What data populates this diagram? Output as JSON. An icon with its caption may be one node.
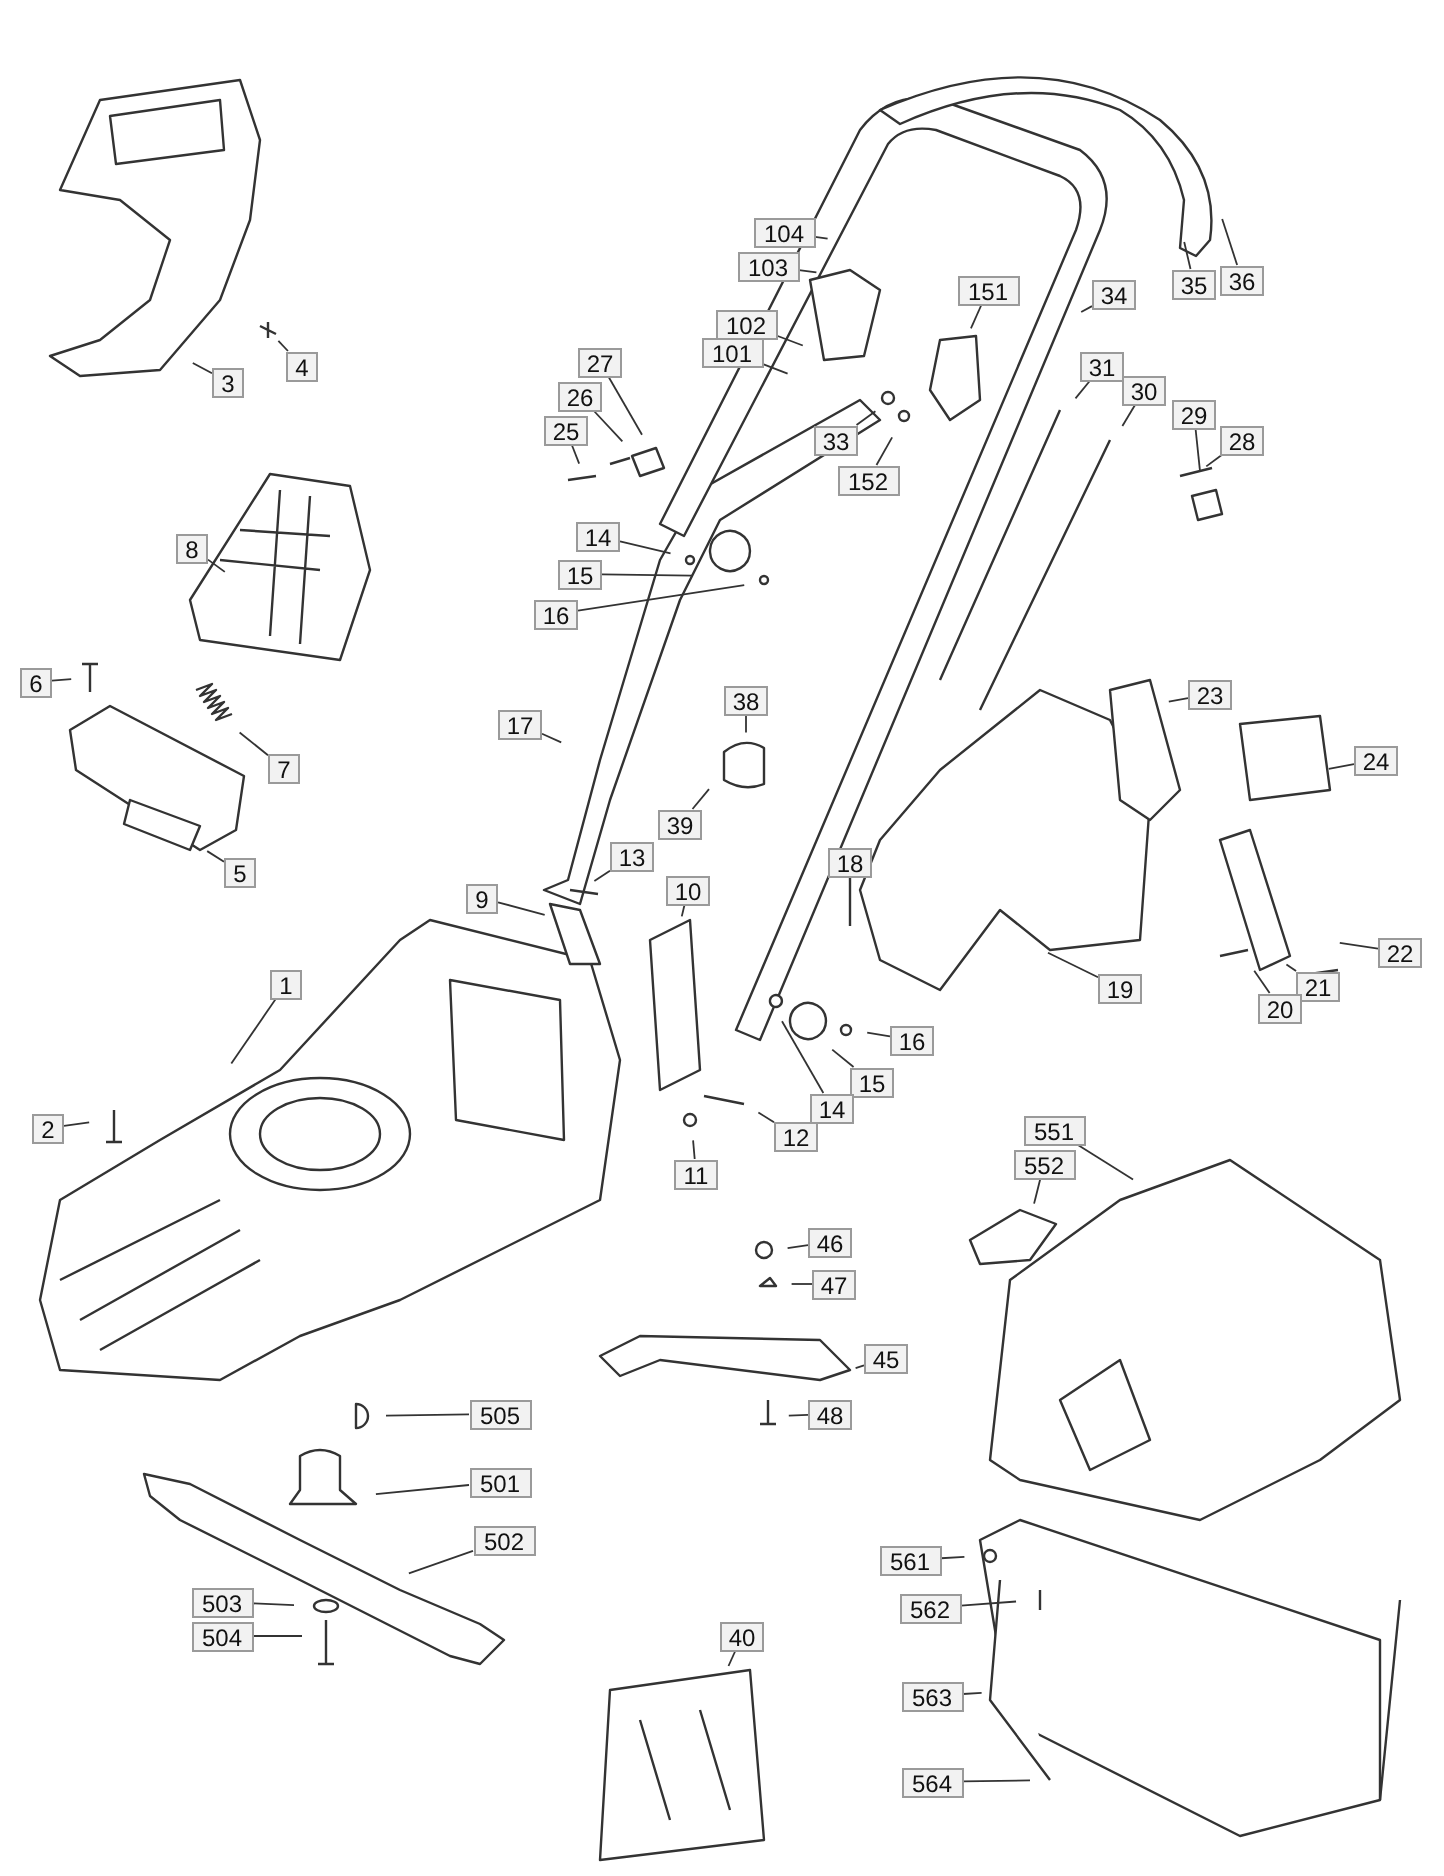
{
  "diagram": {
    "nodes": [
      {
        "text": [
          "104"
        ]
      },
      {
        "text": [
          "103"
        ]
      },
      {
        "text": [
          "35"
        ]
      },
      {
        "text": [
          "36"
        ]
      },
      {
        "text": [
          "151"
        ]
      },
      {
        "text": [
          "34"
        ]
      },
      {
        "text": [
          "102"
        ]
      },
      {
        "text": [
          "101"
        ]
      },
      {
        "text": [
          "27"
        ]
      },
      {
        "text": [
          "4"
        ]
      },
      {
        "text": [
          "31"
        ]
      },
      {
        "text": [
          "3"
        ]
      },
      {
        "text": [
          "30"
        ]
      },
      {
        "text": [
          "26"
        ]
      },
      {
        "text": [
          "29"
        ]
      },
      {
        "text": [
          "25"
        ]
      },
      {
        "text": [
          "28"
        ]
      },
      {
        "text": [
          "33"
        ]
      },
      {
        "text": [
          "152"
        ]
      },
      {
        "text": [
          "14"
        ]
      },
      {
        "text": [
          "8"
        ]
      },
      {
        "text": [
          "15"
        ]
      },
      {
        "text": [
          "16"
        ]
      },
      {
        "text": [
          "6"
        ]
      },
      {
        "text": [
          "23"
        ]
      },
      {
        "text": [
          "38"
        ]
      },
      {
        "text": [
          "17"
        ]
      },
      {
        "text": [
          "24"
        ]
      },
      {
        "text": [
          "7"
        ]
      },
      {
        "text": [
          "39"
        ]
      },
      {
        "text": [
          "13"
        ]
      },
      {
        "text": [
          "18"
        ]
      },
      {
        "text": [
          "5"
        ]
      },
      {
        "text": [
          "10"
        ]
      },
      {
        "text": [
          "9"
        ]
      },
      {
        "text": [
          "22"
        ]
      },
      {
        "text": [
          "1"
        ]
      },
      {
        "text": [
          "21"
        ]
      },
      {
        "text": [
          "19"
        ]
      },
      {
        "text": [
          "20"
        ]
      },
      {
        "text": [
          "16"
        ]
      },
      {
        "text": [
          "15"
        ]
      },
      {
        "text": [
          "14"
        ]
      },
      {
        "text": [
          "2"
        ]
      },
      {
        "text": [
          "551"
        ]
      },
      {
        "text": [
          "12"
        ]
      },
      {
        "text": [
          "552"
        ]
      },
      {
        "text": [
          "11"
        ]
      },
      {
        "text": [
          "46"
        ]
      },
      {
        "text": [
          "47"
        ]
      },
      {
        "text": [
          "45"
        ]
      },
      {
        "text": [
          "505"
        ]
      },
      {
        "text": [
          "48"
        ]
      },
      {
        "text": [
          "501"
        ]
      },
      {
        "text": [
          "502"
        ]
      },
      {
        "text": [
          "561"
        ]
      },
      {
        "text": [
          "503"
        ]
      },
      {
        "text": [
          "562"
        ]
      },
      {
        "text": [
          "40"
        ]
      },
      {
        "text": [
          "504"
        ]
      },
      {
        "text": [
          "563"
        ]
      },
      {
        "text": [
          "564"
        ]
      }
    ],
    "edges": [
      {
        "from": 0,
        "to": null,
        "arrow": "none"
      },
      {
        "from": 1,
        "to": null,
        "arrow": "none"
      },
      {
        "from": 2,
        "to": null,
        "arrow": "none"
      },
      {
        "from": 3,
        "to": null,
        "arrow": "none"
      },
      {
        "from": 4,
        "to": null,
        "arrow": "none"
      },
      {
        "from": 5,
        "to": null,
        "arrow": "none"
      },
      {
        "from": 6,
        "to": null,
        "arrow": "none"
      },
      {
        "from": 7,
        "to": null,
        "arrow": "none"
      },
      {
        "from": 8,
        "to": null,
        "arrow": "none"
      },
      {
        "from": 9,
        "to": null,
        "arrow": "none"
      },
      {
        "from": 10,
        "to": null,
        "arrow": "none"
      },
      {
        "from": 11,
        "to": null,
        "arrow": "none"
      },
      {
        "from": 12,
        "to": null,
        "arrow": "none"
      },
      {
        "from": 13,
        "to": null,
        "arrow": "none"
      },
      {
        "from": 14,
        "to": null,
        "arrow": "none"
      },
      {
        "from": 15,
        "to": null,
        "arrow": "none"
      },
      {
        "from": 16,
        "to": null,
        "arrow": "none"
      },
      {
        "from": 17,
        "to": null,
        "arrow": "none"
      },
      {
        "from": 18,
        "to": null,
        "arrow": "none"
      },
      {
        "from": 19,
        "to": null,
        "arrow": "none"
      },
      {
        "from": 20,
        "to": null,
        "arrow": "none"
      },
      {
        "from": 21,
        "to": null,
        "arrow": "none"
      },
      {
        "from": 22,
        "to": null,
        "arrow": "none"
      },
      {
        "from": 23,
        "to": null,
        "arrow": "none"
      },
      {
        "from": 24,
        "to": null,
        "arrow": "none"
      },
      {
        "from": 25,
        "to": null,
        "arrow": "none"
      },
      {
        "from": 26,
        "to": null,
        "arrow": "none"
      },
      {
        "from": 27,
        "to": null,
        "arrow": "none"
      },
      {
        "from": 28,
        "to": null,
        "arrow": "none"
      },
      {
        "from": 29,
        "to": null,
        "arrow": "none"
      },
      {
        "from": 30,
        "to": null,
        "arrow": "none"
      },
      {
        "from": 31,
        "to": null,
        "arrow": "none"
      },
      {
        "from": 32,
        "to": null,
        "arrow": "none"
      },
      {
        "from": 33,
        "to": null,
        "arrow": "none"
      },
      {
        "from": 34,
        "to": null,
        "arrow": "none"
      },
      {
        "from": 35,
        "to": null,
        "arrow": "none"
      },
      {
        "from": 36,
        "to": null,
        "arrow": "none"
      },
      {
        "from": 37,
        "to": null,
        "arrow": "none"
      },
      {
        "from": 38,
        "to": null,
        "arrow": "none"
      },
      {
        "from": 39,
        "to": null,
        "arrow": "none"
      },
      {
        "from": 40,
        "to": null,
        "arrow": "none"
      },
      {
        "from": 41,
        "to": null,
        "arrow": "none"
      },
      {
        "from": 42,
        "to": null,
        "arrow": "none"
      },
      {
        "from": 43,
        "to": null,
        "arrow": "none"
      },
      {
        "from": 44,
        "to": null,
        "arrow": "none"
      },
      {
        "from": 45,
        "to": null,
        "arrow": "none"
      },
      {
        "from": 46,
        "to": null,
        "arrow": "none"
      },
      {
        "from": 47,
        "to": null,
        "arrow": "none"
      },
      {
        "from": 48,
        "to": null,
        "arrow": "none"
      },
      {
        "from": 49,
        "to": null,
        "arrow": "none"
      },
      {
        "from": 50,
        "to": null,
        "arrow": "none"
      },
      {
        "from": 51,
        "to": null,
        "arrow": "none"
      },
      {
        "from": 52,
        "to": null,
        "arrow": "none"
      },
      {
        "from": 53,
        "to": null,
        "arrow": "none"
      },
      {
        "from": 54,
        "to": null,
        "arrow": "none"
      },
      {
        "from": 55,
        "to": null,
        "arrow": "none"
      },
      {
        "from": 56,
        "to": null,
        "arrow": "none"
      },
      {
        "from": 57,
        "to": null,
        "arrow": "none"
      },
      {
        "from": 58,
        "to": null,
        "arrow": "none"
      },
      {
        "from": 59,
        "to": null,
        "arrow": "none"
      },
      {
        "from": 60,
        "to": null,
        "arrow": "none"
      },
      {
        "from": 61,
        "to": null,
        "arrow": "none"
      }
    ]
  }
}
